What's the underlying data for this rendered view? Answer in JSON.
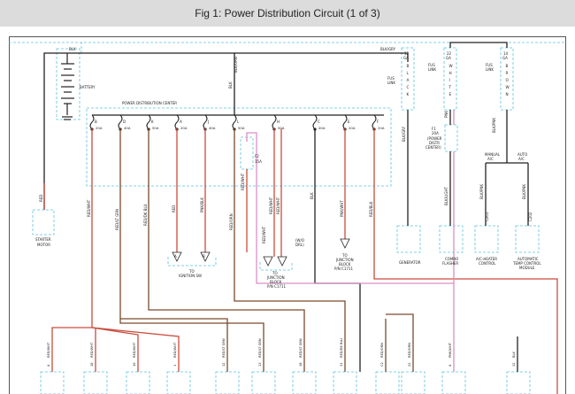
{
  "title": "Fig 1: Power Distribution Circuit (1 of 3)",
  "colors": {
    "red": "#c94b3c",
    "brown": "#7a4a2c",
    "black": "#222222",
    "pink": "#d98fc6",
    "dash": "#5bc3dd",
    "frame": "#555555"
  },
  "labels": {
    "blk_top": "BLK",
    "blk_gry_top": "BLK/GRY",
    "battery": "BATTERY",
    "pdc": "POWER DISTRIBUTION CENTER",
    "blk_orn": "BLK/ORN",
    "blk_vert": "BLK",
    "red_starter": "RED",
    "starter_1": "STARTER",
    "starter_2": "MOTOR",
    "fus_link": "FUS",
    "link": "LINK",
    "ga12": "12",
    "ga_unit": "GA",
    "ga22": "22",
    "ga14": "14",
    "blk_pnk": "BLK/PNK",
    "black_letters": [
      "B",
      "L",
      "A",
      "C",
      "K"
    ],
    "white_letters": [
      "W",
      "H",
      "I",
      "T",
      "E"
    ],
    "brown_letters": [
      "B",
      "R",
      "O",
      "W",
      "N"
    ],
    "blk_gry_2": "BLK/GRY",
    "pnk": "PNK",
    "f1_name": "F1",
    "f1_amp": "20A",
    "f1_desc_1": "(POWER",
    "f1_desc_2": "DISTR",
    "f1_desc_3": "CENTER)",
    "f2_name": "F2",
    "f2_amp": "15A",
    "blk_light": "BLK/LIGHT",
    "manual_ac_1": "MANUAL",
    "manual_ac_2": "A/C",
    "auto_ac_1": "AUTO",
    "auto_ac_2": "A/C",
    "blk_pnk_2": "BLK/PNK",
    "blk_pnk_3": "BLK/PNK",
    "c201": "C201",
    "c202": "C202",
    "generator": "GENERATOR",
    "combo_1": "COMBO",
    "combo_2": "FLASHER",
    "aw_heater_1": "A/C-HEATER",
    "aw_heater_2": "CONTROL",
    "atc_1": "AUTOMATIC",
    "atc_2": "TEMP CONTROL",
    "atc_3": "MODULE",
    "ign_1": "TO",
    "ign_2": "IGNITION SW",
    "jb_1": "TO",
    "jb_2": "JUNCTION",
    "jb_3": "BLOCK",
    "jb_4": "P/N C1711",
    "jb2_1": "TO",
    "jb2_2": "JUNCTION",
    "jb2_3": "BLOCK",
    "jb2_4": "P/N C1711",
    "diag_1": "(W/O",
    "diag_2": "DRL)",
    "red_wht_a": "RED/WHT",
    "red_grn_a": "RED/LT GRN",
    "red_blu": "RED/DK BLU",
    "red_prn": "RED",
    "pnk_blk": "PNK/BLK",
    "red_orn": "RED/ORN",
    "blk_mid": "BLK",
    "red_wht_b": "RED/WHT",
    "pnk_wht": "PNK/WHT",
    "red_blk": "RED/BLK",
    "red_wht_f2a": "RED/WHT",
    "red_wht_f2b": "RED/WHT",
    "red_wht_f2c": "RED/WHT",
    "pin_a": "A",
    "pin_b": "B"
  },
  "fuses": [
    {
      "letter": "B",
      "amp": "20A"
    },
    {
      "letter": "D",
      "amp": "40A"
    },
    {
      "letter": "K",
      "amp": "50A"
    },
    {
      "letter": "A",
      "amp": "20A"
    },
    {
      "letter": "J",
      "amp": "40A"
    },
    {
      "letter": "L",
      "amp": "50A"
    },
    {
      "letter": "H",
      "amp": "50A"
    },
    {
      "letter": "C",
      "amp": "40A"
    },
    {
      "letter": "E",
      "amp": "20A"
    },
    {
      "letter": "F",
      "amp": "20A"
    }
  ],
  "connectors": [
    {
      "pin": "4",
      "wire": "RED/WHT"
    },
    {
      "pin": "18",
      "wire": "RED/WHT"
    },
    {
      "pin": "16",
      "wire": "RED/WHT"
    },
    {
      "pin": "1",
      "wire": "RED/WHT"
    },
    {
      "pin": "12",
      "wire": "RED/LT GRN"
    },
    {
      "pin": "13",
      "wire": "RED/LT GRN"
    },
    {
      "pin": "18",
      "wire": "RED/LT GRN"
    },
    {
      "pin": "11",
      "wire": "RED/DK BLU"
    },
    {
      "pin": "C2",
      "wire": "RED/ORN"
    },
    {
      "pin": "22",
      "wire": "RED/ORN"
    },
    {
      "pin": "4",
      "wire": "PNK/WHT"
    },
    {
      "pin": "12",
      "wire": "BLK"
    }
  ]
}
